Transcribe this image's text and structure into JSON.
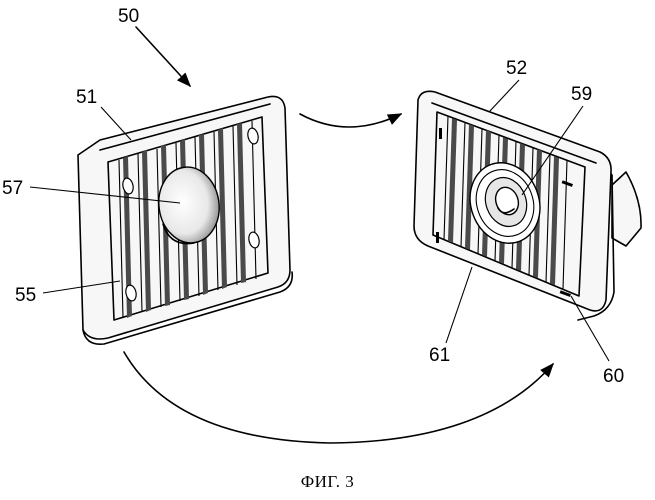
{
  "labels": {
    "l50": "50",
    "l51": "51",
    "l52": "52",
    "l55": "55",
    "l57": "57",
    "l59": "59",
    "l60": "60",
    "l61": "61"
  },
  "caption": "ФИГ. 3"
}
